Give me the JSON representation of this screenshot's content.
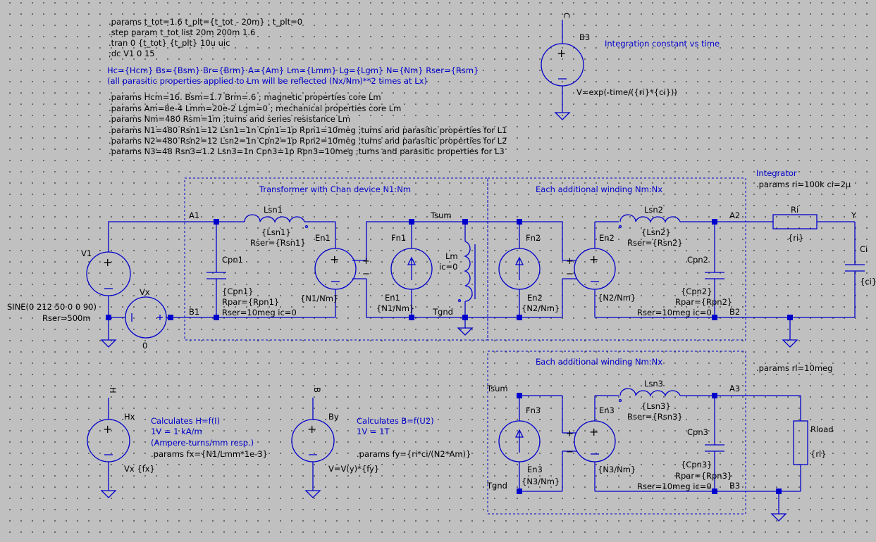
{
  "directives": [
    ".params t_tot=1.6 t_plt={t_tot - 20m} ; t_plt=0",
    ".step param t_tot list 20m 200m 1.6",
    ".tran 0 {t_tot} {t_plt} 10u uic",
    ";dc V1 0 15"
  ],
  "info_lines": [
    "Hc={Hcm} Bs={Bsm} Br={Brm} A={Am} Lm={Lmm} Lg={Lgm} N={Nm} Rser={Rsm}",
    "(all parasitic properties applied to Lm will be reflected (Nx/Nm)**2 times at Lx)"
  ],
  "params": [
    ".params Hcm=16. Bsm=1.7 Brm=.6 ; magnetic properties core Lm",
    ".params Am=8e-4 Lmm=20e-2 Lgm=0 ; mechanical properties core Lm",
    ".params Nm=480 Rsm=1m ;turns and series resistance Lm",
    ".params N1=480 Rsn1=12 Lsn1=1n Cpn1=1p Rpn1=10meg ;turns and parasitic properties for L1",
    ".params N2=480 Rsn2=12 Lsn2=1n Cpn2=1p Rpn2=10meg ;turns and parasitic properties for L2",
    ".params N3=48 Rsn3=1.2 Lsn3=1n Cpn3=1p Rpn3=10meg ;turns and parasitic properties for L3"
  ],
  "b3": {
    "node": "C",
    "name": "B3",
    "comment": "Integration constant vs time",
    "value": "V=exp(-time/({ri}*{ci}))"
  },
  "integrator": {
    "title": "Integrator",
    "params": ".params ri=100k ci=2µ"
  },
  "boxes": {
    "transformer": "Transformer with Chan device N1:Nm",
    "winding2": "Each additional winding Nm:Nx",
    "winding3": "Each additional winding Nm:Nx"
  },
  "nets": {
    "A1": "A1",
    "B1": "B1",
    "Tsum": "Tsum",
    "Tgnd": "Tgnd",
    "A2": "A2",
    "B2": "B2",
    "Y": "Y",
    "Tsum3": "Tsum",
    "Tgnd3": "Tgnd",
    "A3": "A3",
    "B3": "B3"
  },
  "components": {
    "V1": {
      "name": "V1",
      "value": "SINE(0 212 50 0 0 90)",
      "rser": "Rser=500m"
    },
    "Vx": {
      "name": "Vx",
      "value": "0"
    },
    "Lsn1": {
      "name": "Lsn1",
      "value": "{Lsn1}",
      "rser": "Rser={Rsn1}"
    },
    "Cpn1": {
      "name": "Cpn1",
      "value": "{Cpn1}",
      "rpar": "Rpar={Rpn1}",
      "rser": "Rser=10meg ic=0"
    },
    "En1": {
      "name": "En1",
      "value": "{N1/Nm}"
    },
    "Fn1": {
      "name": "Fn1",
      "name2": "En1",
      "value": "{N1/Nm}"
    },
    "Lm": {
      "name": "Lm",
      "value": "ic=0"
    },
    "Fn2": {
      "name": "Fn2",
      "name2": "En2",
      "value": "{N2/Nm}"
    },
    "En2": {
      "name": "En2",
      "value": "{N2/Nm}"
    },
    "Lsn2": {
      "name": "Lsn2",
      "value": "{Lsn2}",
      "rser": "Rser={Rsn2}"
    },
    "Cpn2": {
      "name": "Cpn2",
      "value": "{Cpn2}",
      "rpar": "Rpar={Rpn2}",
      "rser": "Rser=10meg ic=0"
    },
    "Ri": {
      "name": "Ri",
      "value": "{ri}"
    },
    "Ci": {
      "name": "Ci",
      "value": "{ci}"
    },
    "Fn3": {
      "name": "Fn3",
      "name2": "En3",
      "value": "{N3/Nm}"
    },
    "En3": {
      "name": "En3",
      "value": "{N3/Nm}"
    },
    "Lsn3": {
      "name": "Lsn3",
      "value": "{Lsn3}",
      "rser": "Rser={Rsn3}"
    },
    "Cpn3": {
      "name": "Cpn3",
      "value": "{Cpn3}",
      "rpar": "Rpar={Rpn3}",
      "rser": "Rser=10meg ic=0"
    },
    "Rload": {
      "name": "Rload",
      "value": "{rl}",
      "params": ".params rl=10meg"
    }
  },
  "hx": {
    "node": "H",
    "name": "Hx",
    "value": "Vx {fx}",
    "title": "Calculates H=f(I)",
    "scale": "1V =  1 kA/m",
    "note": "(Ampere-turns/mm resp.)",
    "params": ".params fx={N1/Lmm*1e-3}"
  },
  "by": {
    "node": "B",
    "name": "By",
    "value": "V=V(y)*{fy}",
    "title": "Calculates B=f(U2)",
    "scale": "1V = 1T",
    "params": ".params fy={ri*ci/(N2*Am)}"
  }
}
